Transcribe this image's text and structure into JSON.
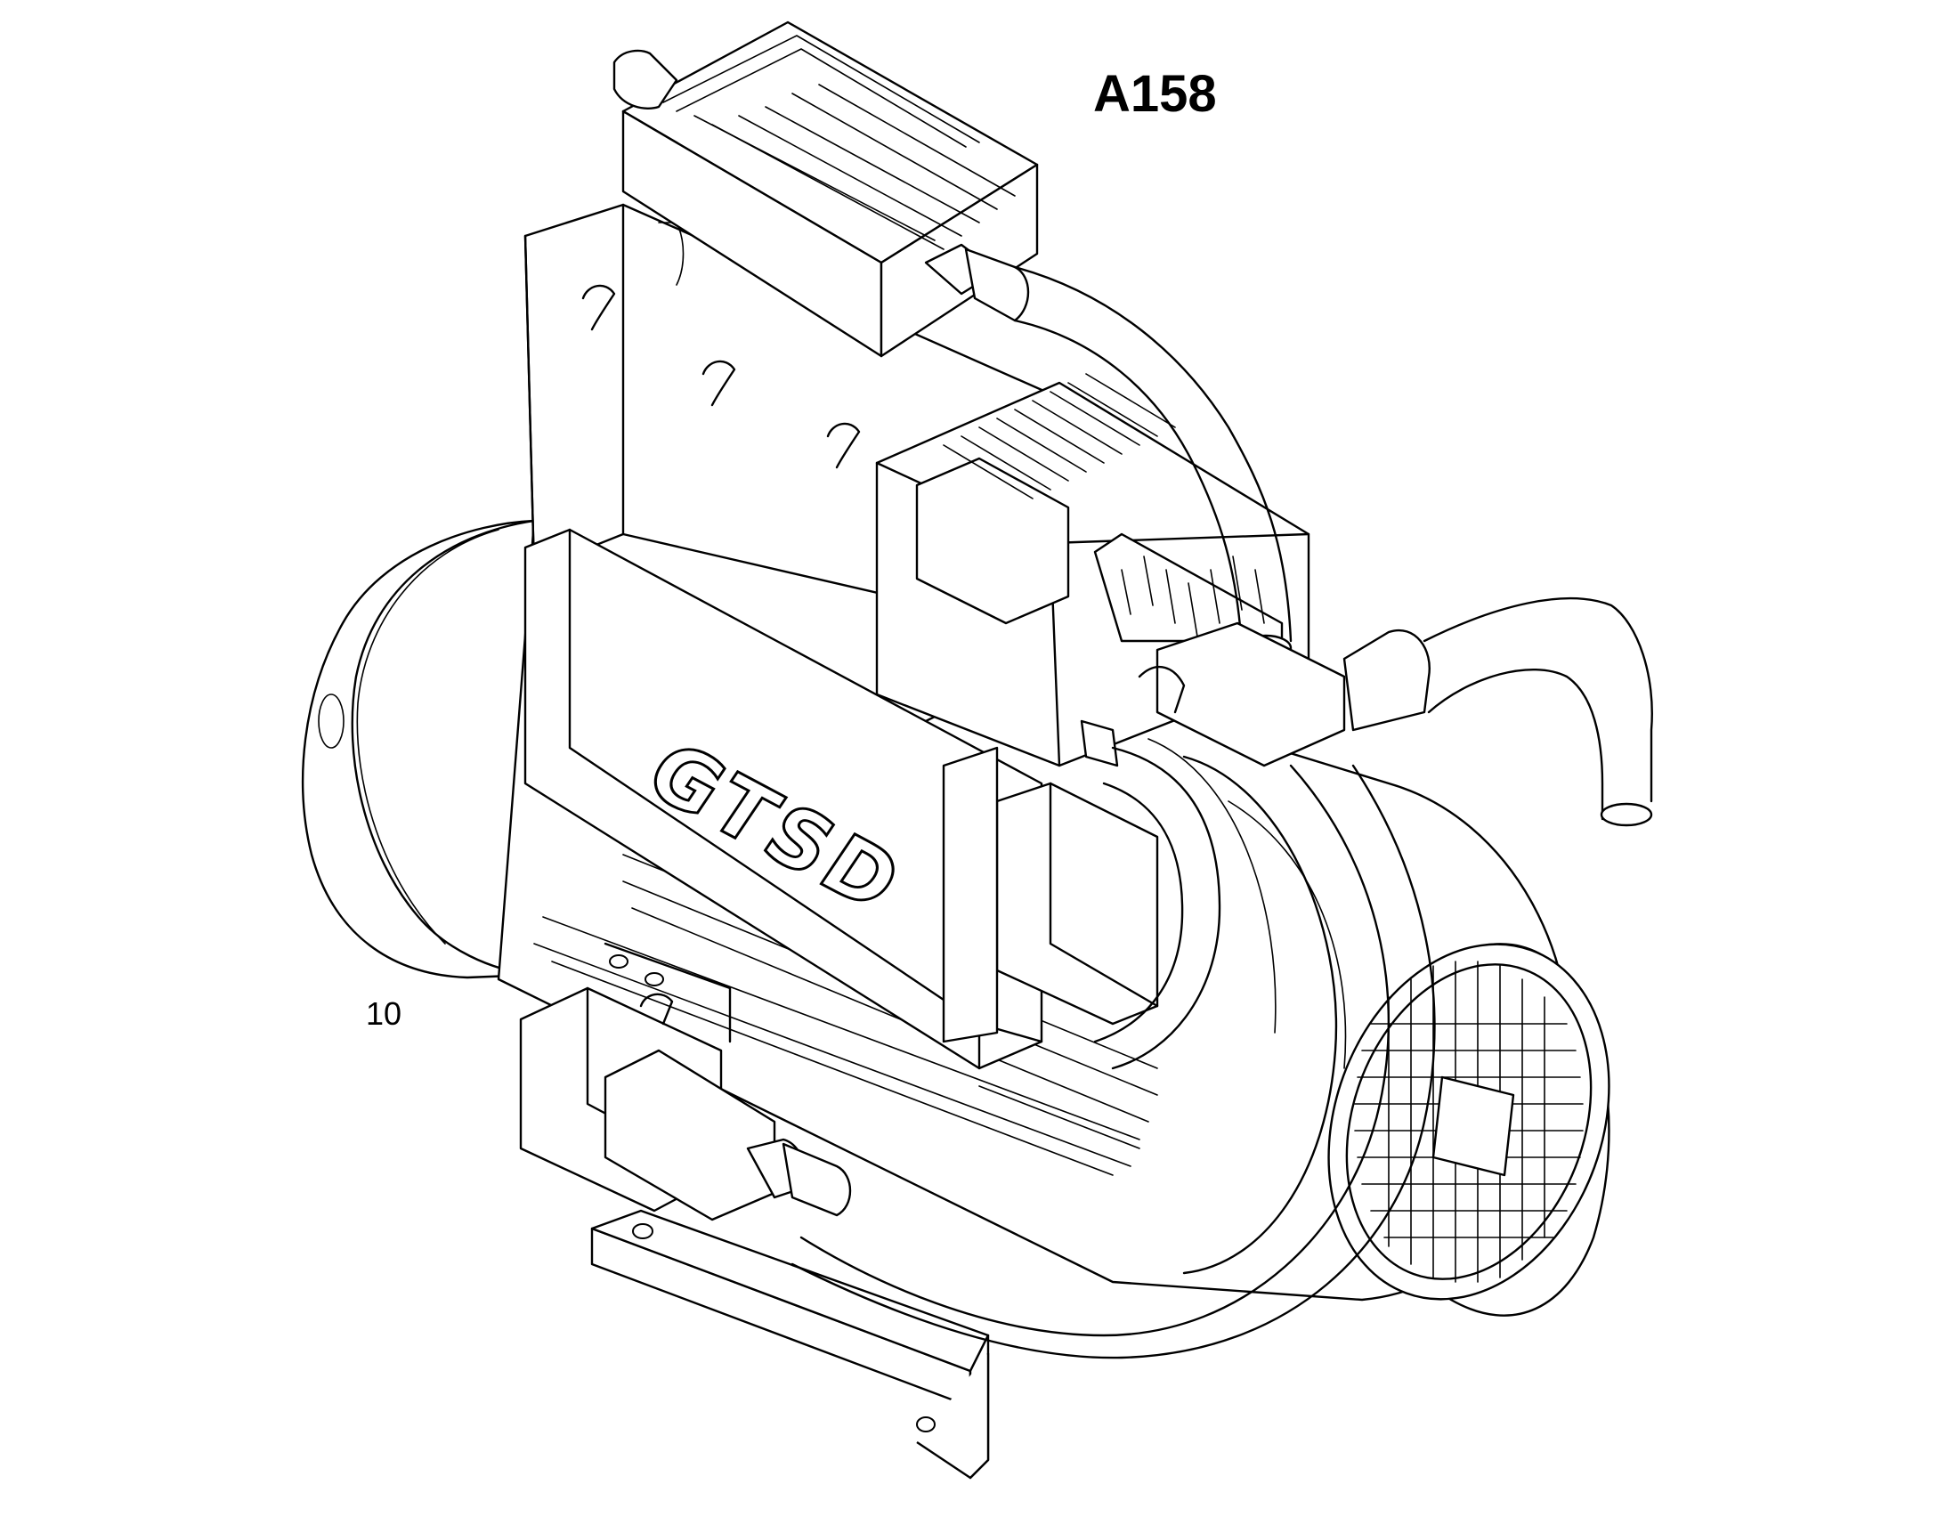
{
  "drawing": {
    "code": "A158",
    "callouts": [
      "10"
    ],
    "brand_mark": "GTSD"
  }
}
